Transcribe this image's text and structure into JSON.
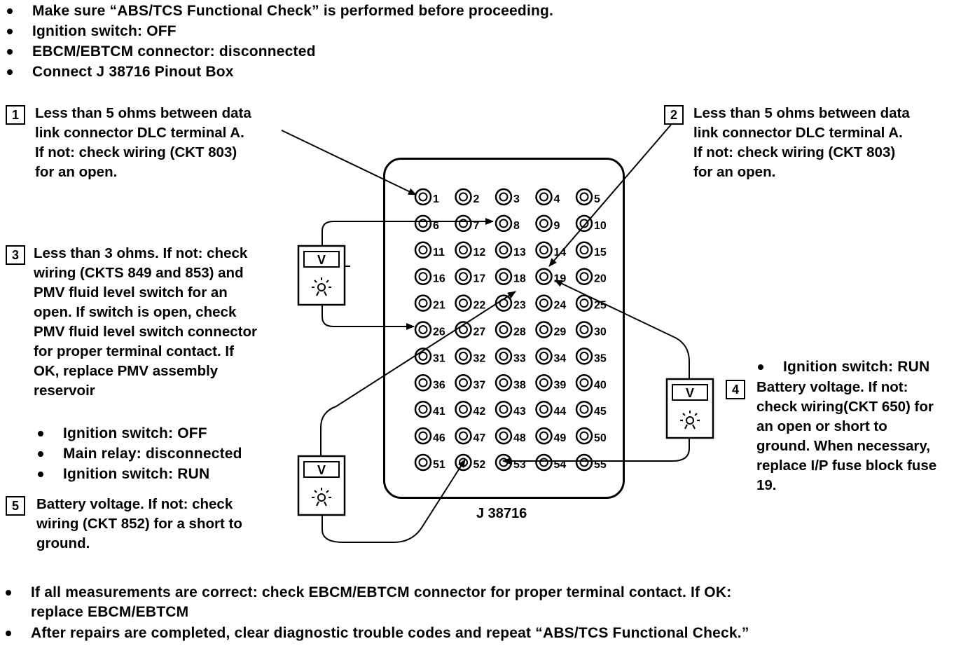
{
  "top_bullets": [
    "Make sure “ABS/TCS Functional Check” is performed before proceeding.",
    "Ignition switch:  OFF",
    "EBCM/EBTCM connector: disconnected",
    "Connect J 38716 Pinout Box"
  ],
  "steps": {
    "s1": {
      "num": "1",
      "lines": [
        "Less than 5 ohms between data",
        "link connector DLC terminal A.",
        "If not: check wiring (CKT 803)",
        "for an open."
      ]
    },
    "s2": {
      "num": "2",
      "lines": [
        "Less than 5 ohms between data",
        "link connector DLC terminal A.",
        "If not: check wiring (CKT 803)",
        "for an open."
      ]
    },
    "s3": {
      "num": "3",
      "lines": [
        "Less than 3 ohms. If not: check",
        "wiring (CKTS 849 and 853) and",
        "PMV fluid level switch for an",
        "open. If switch is open, check",
        "PMV fluid level switch connector",
        "for proper terminal contact. If",
        "OK, replace PMV assembly",
        "reservoir"
      ]
    },
    "s4": {
      "num": "4",
      "bullet": "Ignition switch: RUN",
      "lines": [
        "Battery voltage. If not:",
        "check wiring(CKT 650) for",
        "an open or short to",
        "ground. When necessary,",
        "replace I/P fuse block fuse",
        "19."
      ]
    },
    "s5": {
      "num": "5",
      "lines": [
        "Battery voltage. If not: check",
        "wiring (CKT 852) for a short to",
        "ground."
      ]
    }
  },
  "mid_bullets": [
    "Ignition switch: OFF",
    "Main relay: disconnected",
    "Ignition switch: RUN"
  ],
  "bottom_bullets": [
    "If all measurements are correct: check EBCM/EBTCM connector  for proper terminal contact. If OK:",
    "replace EBCM/EBTCM",
    "After repairs are completed, clear diagnostic trouble codes and repeat “ABS/TCS Functional Check.”"
  ],
  "pinout": {
    "caption": "J 38716",
    "pins": 55,
    "columns": 5
  },
  "meter_label": "V"
}
